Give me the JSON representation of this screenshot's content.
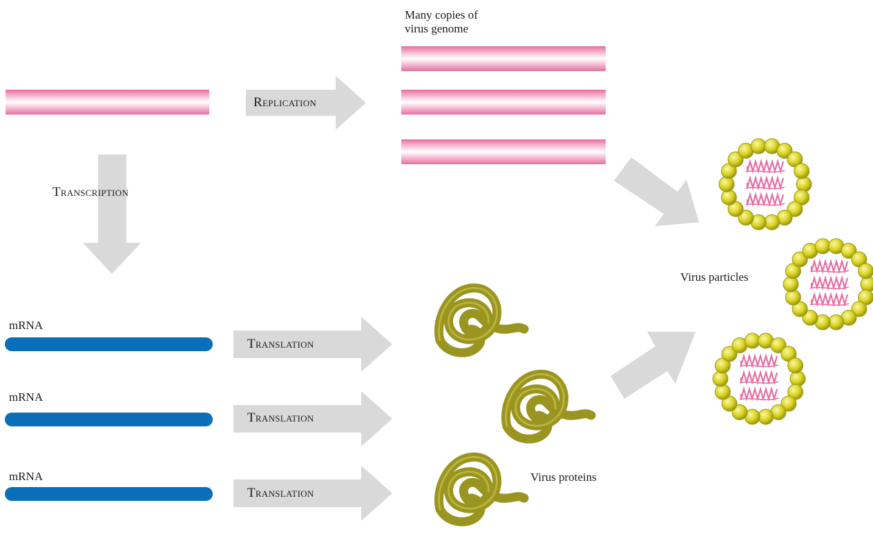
{
  "labels": {
    "many_copies_line1": "Many copies of",
    "many_copies_line2": "virus genome",
    "replication": "Replication",
    "transcription": "Transcription",
    "translation": "Translation",
    "mrna": "mRNA",
    "virus_particles": "Virus particles",
    "virus_proteins": "Virus proteins"
  },
  "colors": {
    "genome_pink": "#e66ea1",
    "mrna_blue": "#0a6fb8",
    "arrow_gray": "#d9d9d9",
    "protein_olive": "#9a9420",
    "capsid_yellow": "#d9d321"
  }
}
